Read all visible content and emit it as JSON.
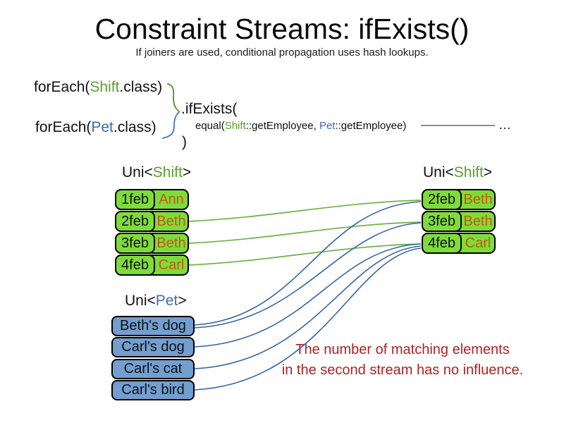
{
  "slide": {
    "title": "Constraint Streams: ifExists()",
    "subtitle": "If joiners are used, conditional propagation uses hash lookups."
  },
  "code": {
    "foreach_shift_pre": "forEach(",
    "foreach_shift_type": "Shift",
    "foreach_shift_post": ".class)",
    "foreach_pet_pre": "forEach(",
    "foreach_pet_type": "Pet",
    "foreach_pet_post": ".class)",
    "if_exists": ".ifExists(",
    "equal_pre": "equal(",
    "equal_shift": "Shift",
    "equal_mid": "::getEmployee, ",
    "equal_pet": "Pet",
    "equal_post": "::getEmployee)",
    "close_paren": ")",
    "ellipsis": "…"
  },
  "left_shift_table": {
    "label_pre": "Uni<",
    "label_type": "Shift",
    "label_post": ">",
    "rows": [
      {
        "date": "1feb",
        "employee": "Ann"
      },
      {
        "date": "2feb",
        "employee": "Beth"
      },
      {
        "date": "3feb",
        "employee": "Beth"
      },
      {
        "date": "4feb",
        "employee": "Carl"
      }
    ]
  },
  "right_shift_table": {
    "label_pre": "Uni<",
    "label_type": "Shift",
    "label_post": ">",
    "rows": [
      {
        "date": "2feb",
        "employee": "Beth"
      },
      {
        "date": "3feb",
        "employee": "Beth"
      },
      {
        "date": "4feb",
        "employee": "Carl"
      }
    ]
  },
  "pet_list": {
    "label_pre": "Uni<",
    "label_type": "Pet",
    "label_post": ">",
    "items": [
      {
        "name": "Beth's dog"
      },
      {
        "name": "Carl's dog"
      },
      {
        "name": "Carl's cat"
      },
      {
        "name": "Carl's bird"
      }
    ]
  },
  "note": {
    "line1": "The number of matching elements",
    "line2": "in the second stream has no influence."
  },
  "colors": {
    "shift_green_text": "#5aa02c",
    "pet_blue_text": "#3b6cb7",
    "shift_box_fill": "#7edc3a",
    "pet_box_fill": "#729fcf",
    "employee_orange_text": "#c9570e",
    "green_match_line": "#6fb044",
    "blue_match_line": "#3465a4",
    "equal_connector_line": "#6f5f80",
    "note_red": "#b02222"
  }
}
